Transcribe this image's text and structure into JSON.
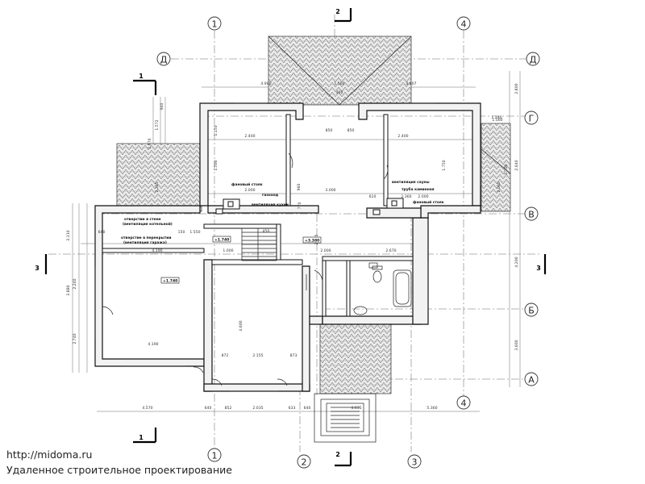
{
  "grid": {
    "numeric": [
      "1",
      "2",
      "3",
      "4"
    ],
    "letters": [
      "Д",
      "Г",
      "В",
      "Б",
      "А"
    ]
  },
  "sections": [
    "1",
    "2",
    "3"
  ],
  "dimensions": {
    "top_row": [
      "4.900",
      "1.560",
      "4.607",
      "400"
    ],
    "mid_row": [
      "2.400",
      "850",
      "850",
      "2.400"
    ],
    "bottom_row": [
      "4.570",
      "640",
      "852",
      "2.035",
      "633",
      "640",
      "4.035",
      "5.360"
    ],
    "left_col": [
      "2.110",
      "2.880",
      "2.740",
      "2.240",
      "1.970",
      "1.572",
      "2.305",
      "940"
    ],
    "right_col": [
      "2.800",
      "2.640",
      "1.700",
      "4.200",
      "3.600",
      "1.560"
    ],
    "inner": [
      "2.000",
      "1.150",
      "1.500",
      "3.000",
      "2.000",
      "2.065",
      "1.000",
      "2.000",
      "2.670",
      "4.190",
      "4.190",
      "4.600",
      "2.155",
      "872",
      "873",
      "1.240",
      "2.360",
      "1.750",
      "2.000",
      "960",
      "770",
      "610",
      "150",
      "1.550",
      "640",
      "450"
    ]
  },
  "levels": [
    "+1.740",
    "+3.380",
    "+1.740"
  ],
  "labels": {
    "fan_pipe_left": "фановый стояк",
    "fan_pipe_right": "фановый стояк",
    "gas_duct": "газоход",
    "kitchen_vent": "вентиляция кухни",
    "sauna_vent": "вентиляция сауны",
    "heating_pipe": "труба каминная",
    "wall_opening": "отверстие в стене",
    "wall_opening_sub": "(вентиляция котельной)",
    "floor_opening": "отверстие в перекрытии",
    "floor_opening_sub": "(вентиляция гаража)"
  },
  "footer": {
    "url": "http://midoma.ru",
    "slogan": "Удаленное строительное проектирование"
  }
}
